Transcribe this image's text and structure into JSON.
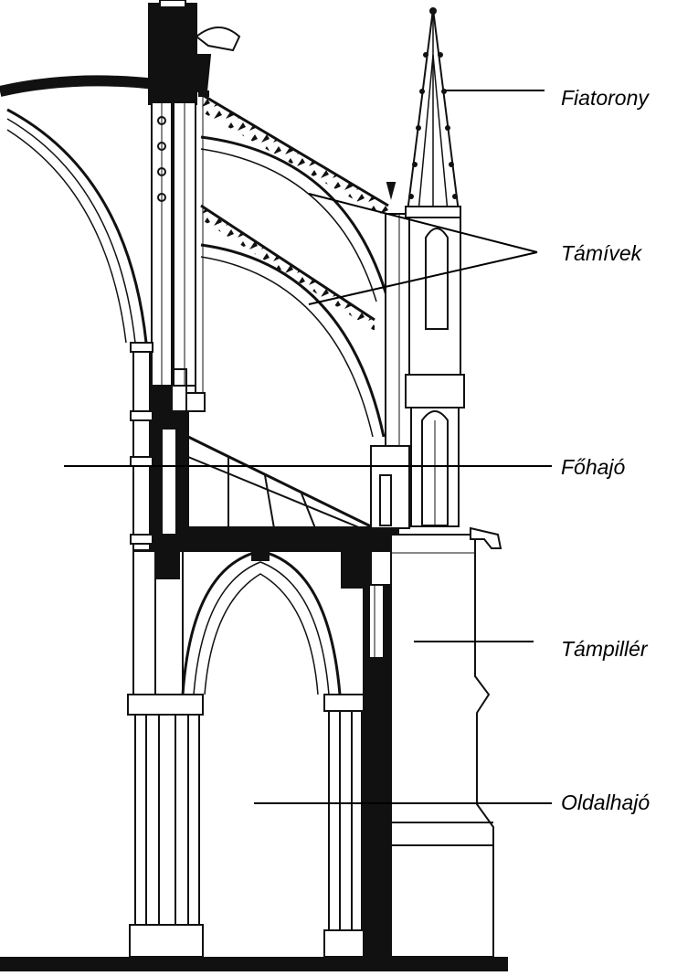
{
  "diagram": {
    "labels": {
      "spire": "Fiatorony",
      "flying_buttresses": "Támívek",
      "nave": "Főhajó",
      "buttress": "Támpillér",
      "aisle": "Oldalhajó"
    }
  }
}
